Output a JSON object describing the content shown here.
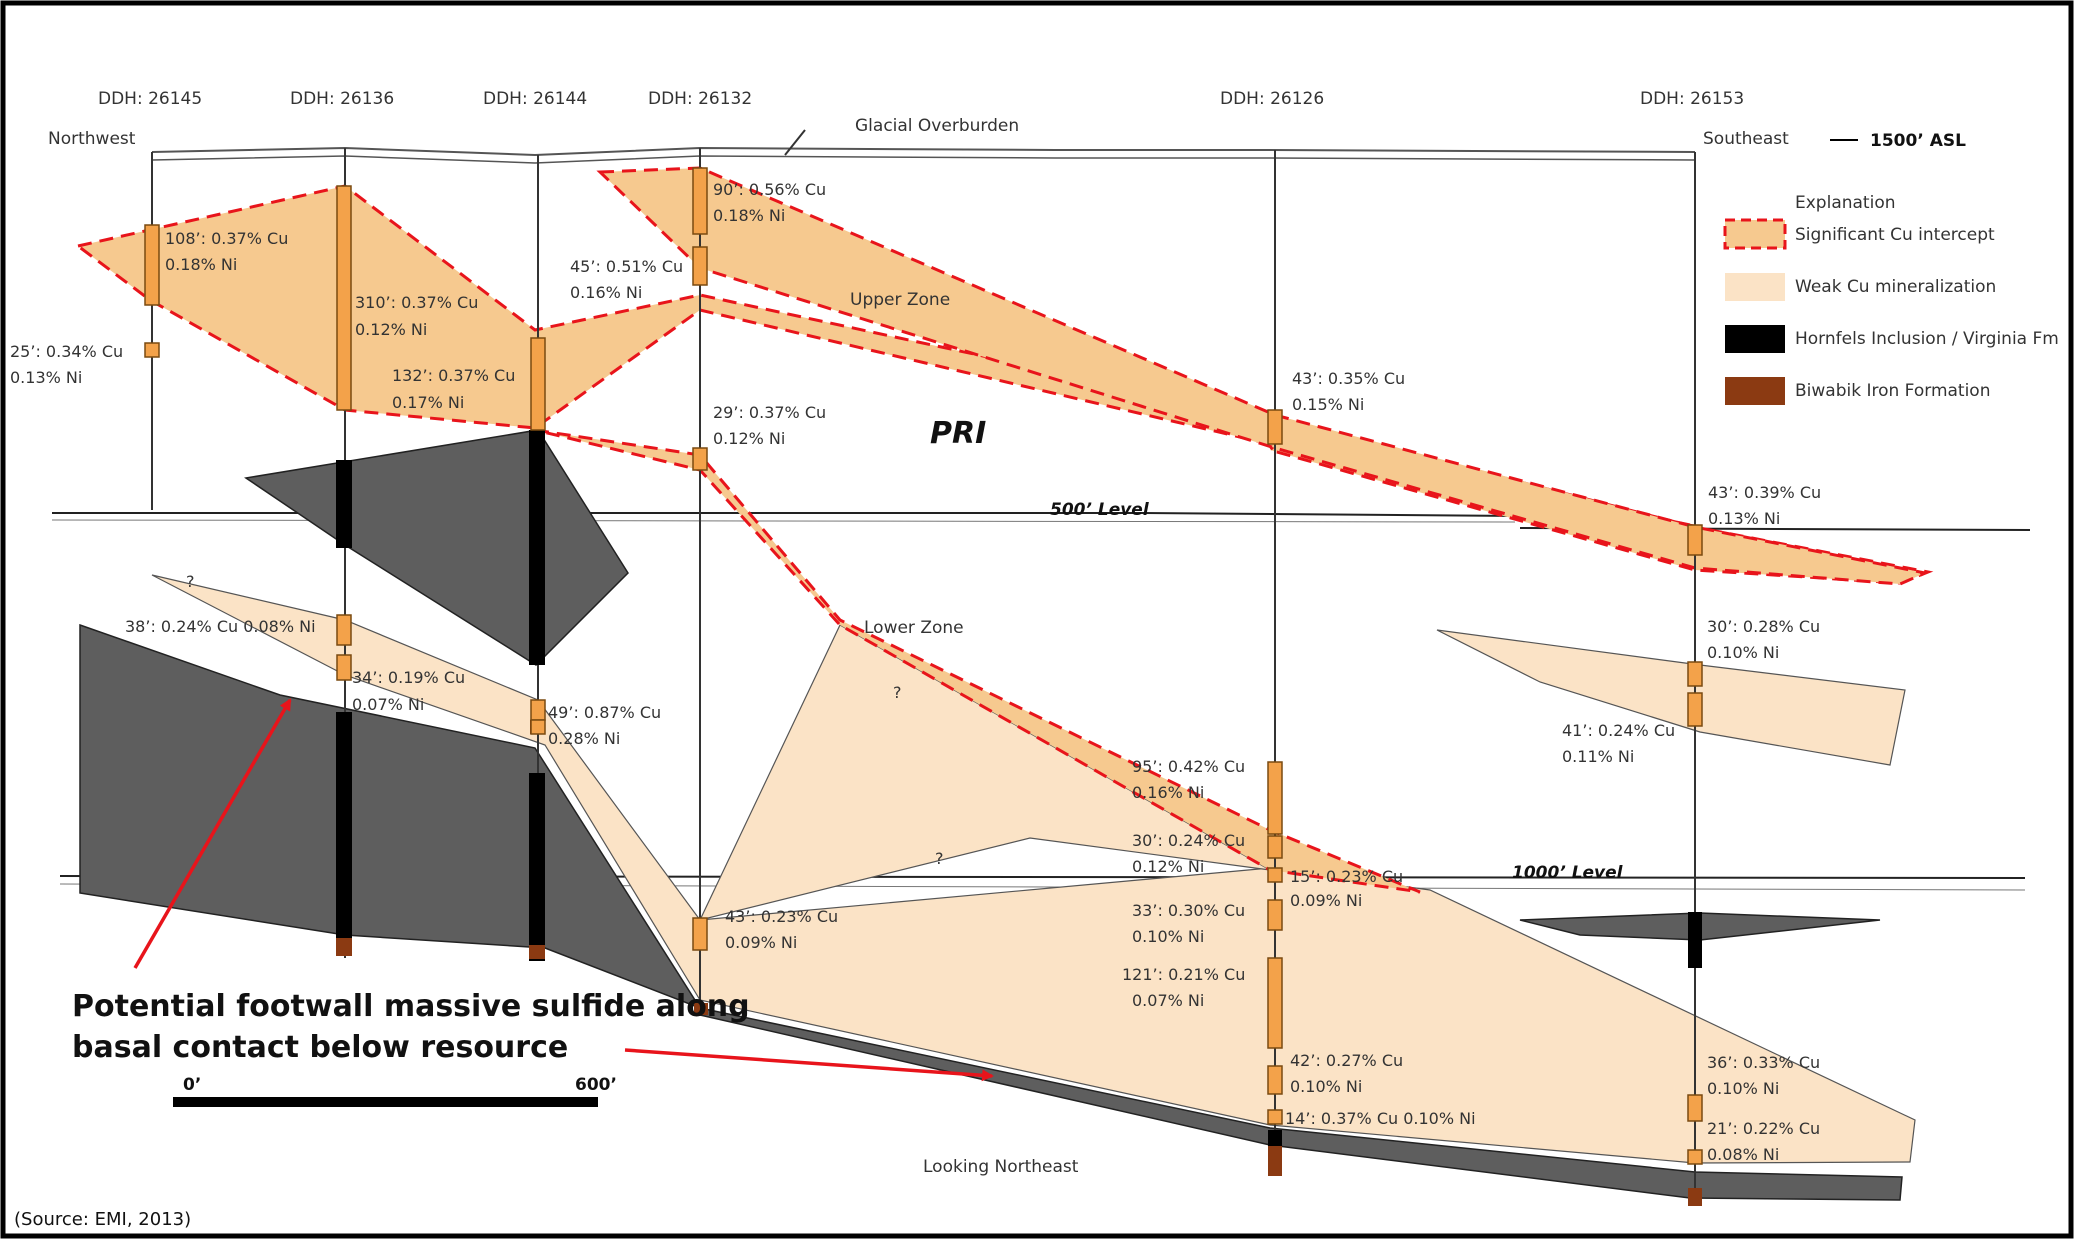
{
  "holes": [
    {
      "id": "ddh-26145",
      "label": "DDH: 26145"
    },
    {
      "id": "ddh-26136",
      "label": "DDH: 26136"
    },
    {
      "id": "ddh-26144",
      "label": "DDH: 26144"
    },
    {
      "id": "ddh-26132",
      "label": "DDH: 26132"
    },
    {
      "id": "ddh-26126",
      "label": "DDH: 26126"
    },
    {
      "id": "ddh-26153",
      "label": "DDH: 26153"
    }
  ],
  "directions": {
    "northwest": "Northwest",
    "southeast": "Southeast"
  },
  "overburden": "Glacial Overburden",
  "asl": "1500’ ASL",
  "levels": {
    "l500": "500’ Level",
    "l1000": "1000’ Level"
  },
  "zones": {
    "upper": "Upper Zone",
    "lower": "Lower Zone",
    "pri": "PRI"
  },
  "question_mark": "?",
  "legend": {
    "title": "Explanation",
    "items": [
      {
        "label": "Significant Cu intercept",
        "color": "#f6c98f"
      },
      {
        "label": "Weak Cu mineralization",
        "color": "#fbe3c6"
      },
      {
        "label": "Hornfels Inclusion / Virginia Fm",
        "color": "#000000"
      },
      {
        "label": "Biwabik Iron Formation",
        "color": "#8b3a12"
      }
    ]
  },
  "intercepts": {
    "h26145_a": {
      "l1": "108’: 0.37% Cu",
      "l2": "0.18% Ni"
    },
    "h26145_b": {
      "l1": "25’: 0.34% Cu",
      "l2": "0.13% Ni"
    },
    "h26136_a": {
      "l1": "310’: 0.37% Cu",
      "l2": "0.12% Ni"
    },
    "h26144_a": {
      "l1": "132’: 0.37% Cu",
      "l2": "0.17% Ni"
    },
    "h26132_a": {
      "l1": "90’: 0.56% Cu",
      "l2": "0.18% Ni"
    },
    "h26132_b": {
      "l1": "45’: 0.51% Cu",
      "l2": "0.16% Ni"
    },
    "h26132_c": {
      "l1": "29’: 0.37% Cu",
      "l2": "0.12% Ni"
    },
    "h26126_a": {
      "l1": "43’: 0.35% Cu",
      "l2": "0.15% Ni"
    },
    "h26153_a": {
      "l1": "43’: 0.39% Cu",
      "l2": "0.13% Ni"
    },
    "h26136_b": {
      "l1": "38’: 0.24% Cu 0.08% Ni"
    },
    "h26136_c": {
      "l1": "34’: 0.19% Cu",
      "l2": "0.07% Ni"
    },
    "h26144_b": {
      "l1": "49’: 0.87% Cu",
      "l2": "0.28% Ni"
    },
    "h26153_b": {
      "l1": "30’: 0.28% Cu",
      "l2": "0.10% Ni"
    },
    "h26153_c": {
      "l1": "41’: 0.24% Cu",
      "l2": "0.11% Ni"
    },
    "h26126_b": {
      "l1": "95’: 0.42% Cu",
      "l2": "0.16% Ni"
    },
    "h26126_c": {
      "l1": "30’: 0.24% Cu",
      "l2": "0.12% Ni"
    },
    "h26126_d": {
      "l1": "15’: 0.23% Cu",
      "l2": "0.09% Ni"
    },
    "h26126_e": {
      "l1": "33’: 0.30% Cu",
      "l2": "0.10% Ni"
    },
    "h26126_f": {
      "l1": "121’: 0.21% Cu",
      "l2": "0.07% Ni"
    },
    "h26126_g": {
      "l1": "42’: 0.27% Cu",
      "l2": "0.10% Ni"
    },
    "h26126_h": {
      "l1": "14’: 0.37% Cu 0.10% Ni"
    },
    "h26132_d": {
      "l1": "43’: 0.23% Cu",
      "l2": "0.09% Ni"
    },
    "h26153_d": {
      "l1": "36’: 0.33% Cu",
      "l2": "0.10% Ni"
    },
    "h26153_e": {
      "l1": "21’: 0.22% Cu",
      "l2": "0.08% Ni"
    }
  },
  "annotation": {
    "line1": "Potential footwall massive sulfide along",
    "line2": "basal contact below resource"
  },
  "scale": {
    "start": "0’",
    "end": "600’"
  },
  "view": "Looking Northeast",
  "source": "(Source: EMI, 2013)"
}
